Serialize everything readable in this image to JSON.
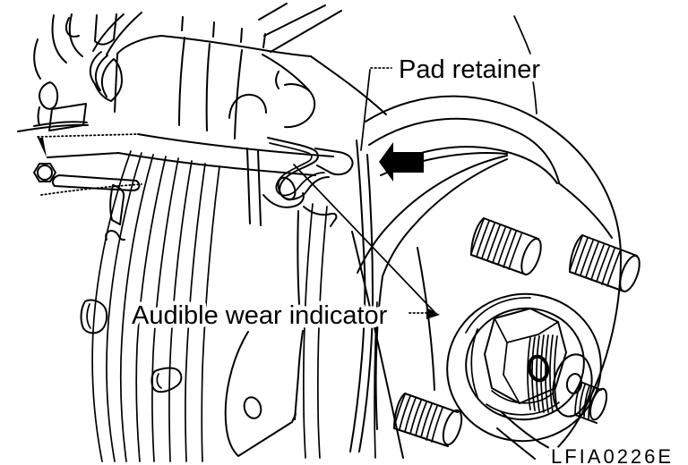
{
  "figure": {
    "labels": {
      "pad_retainer": "Pad retainer",
      "audible_wear_indicator": "Audible wear indicator"
    },
    "figure_code": "LFIA0226E",
    "colors": {
      "line": "#000000",
      "background": "#ffffff",
      "arrow": "#000000"
    }
  }
}
